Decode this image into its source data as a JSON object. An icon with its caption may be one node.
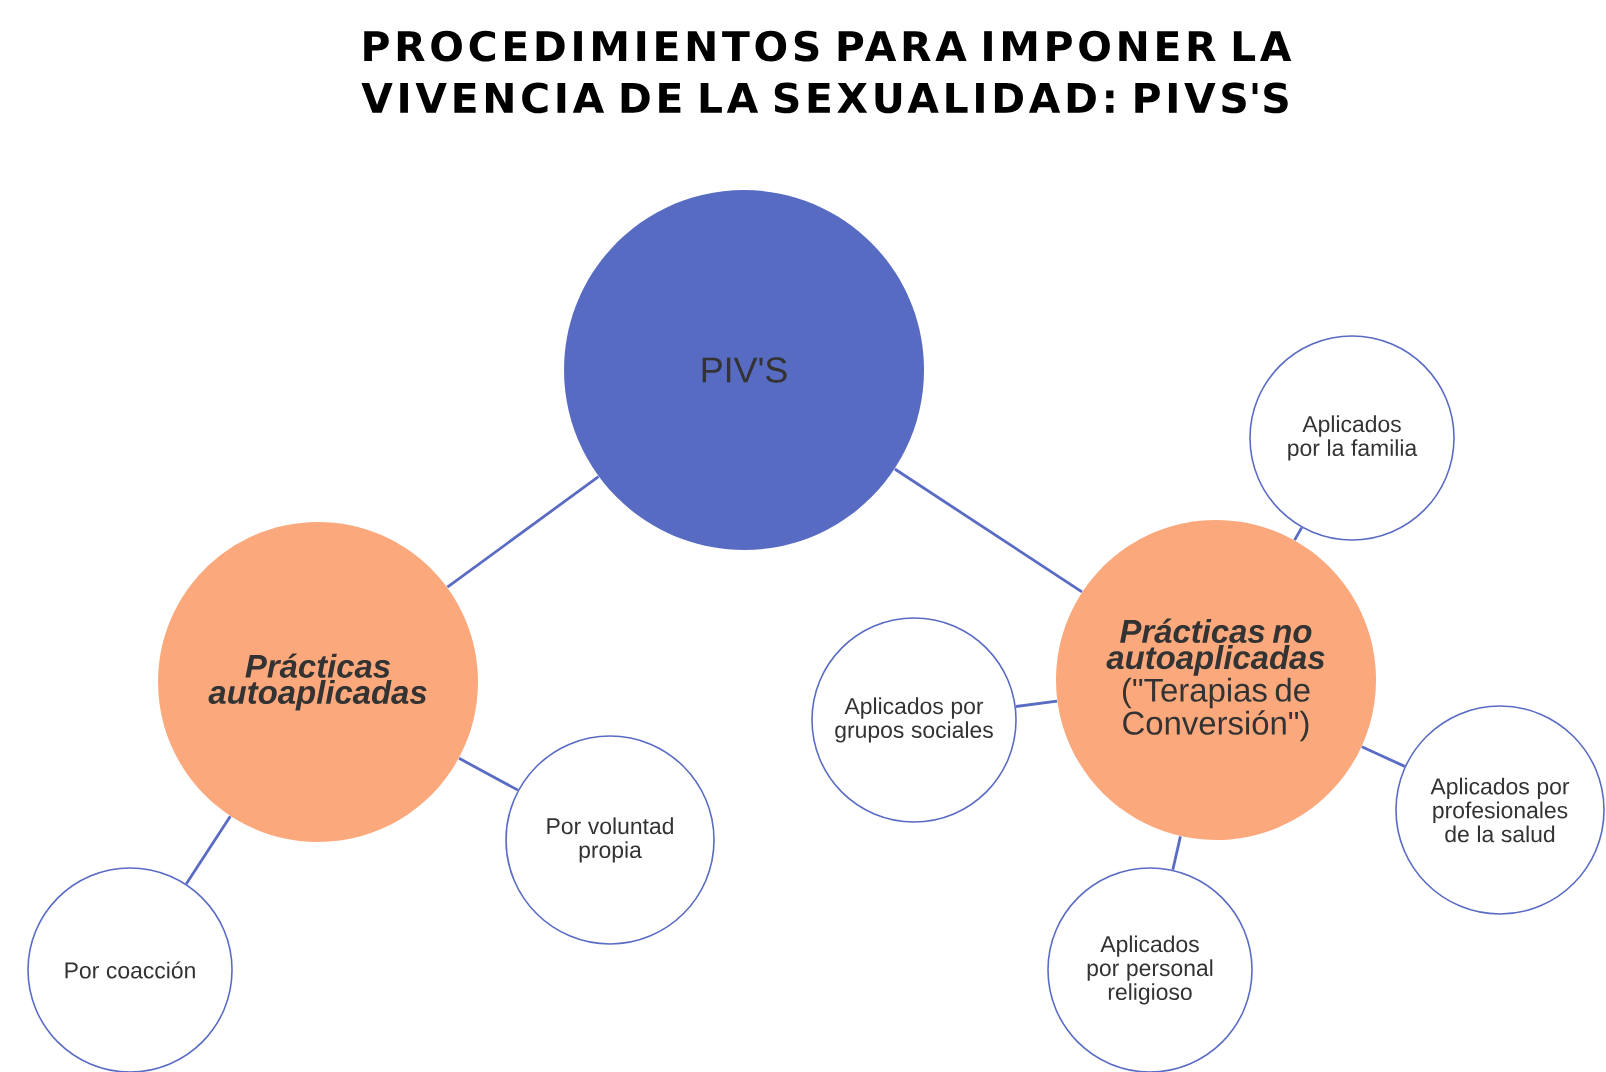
{
  "diagram": {
    "title": "PROCEDIMIENTOS PARA IMPONER LA VIVENCIA DE LA SEXUALIDAD: PIVS'S",
    "nodes": [
      {
        "text": [
          "PIV'S"
        ]
      },
      {
        "text": [
          "Prácticas autoaplicadas"
        ]
      },
      {
        "text": [
          "Por voluntad propia"
        ]
      },
      {
        "text": [
          "Por coacción"
        ]
      },
      {
        "text": [
          "Prácticas no autoaplicadas",
          "(\"Terapias de Conversión\")"
        ]
      },
      {
        "text": [
          "Aplicados por la familia"
        ]
      },
      {
        "text": [
          "Aplicados por grupos sociales"
        ]
      },
      {
        "text": [
          "Aplicados por personal religioso"
        ]
      },
      {
        "text": [
          "Aplicados por profesionales de la salud"
        ]
      }
    ],
    "edges": [
      {
        "from": 0,
        "to": 1,
        "arrow": "none"
      },
      {
        "from": 0,
        "to": 4,
        "arrow": "none"
      },
      {
        "from": 1,
        "to": 2,
        "arrow": "none"
      },
      {
        "from": 1,
        "to": 3,
        "arrow": "none"
      },
      {
        "from": 4,
        "to": 5,
        "arrow": "none"
      },
      {
        "from": 4,
        "to": 6,
        "arrow": "none"
      },
      {
        "from": 4,
        "to": 7,
        "arrow": "none"
      },
      {
        "from": 4,
        "to": 8,
        "arrow": "none"
      }
    ]
  }
}
